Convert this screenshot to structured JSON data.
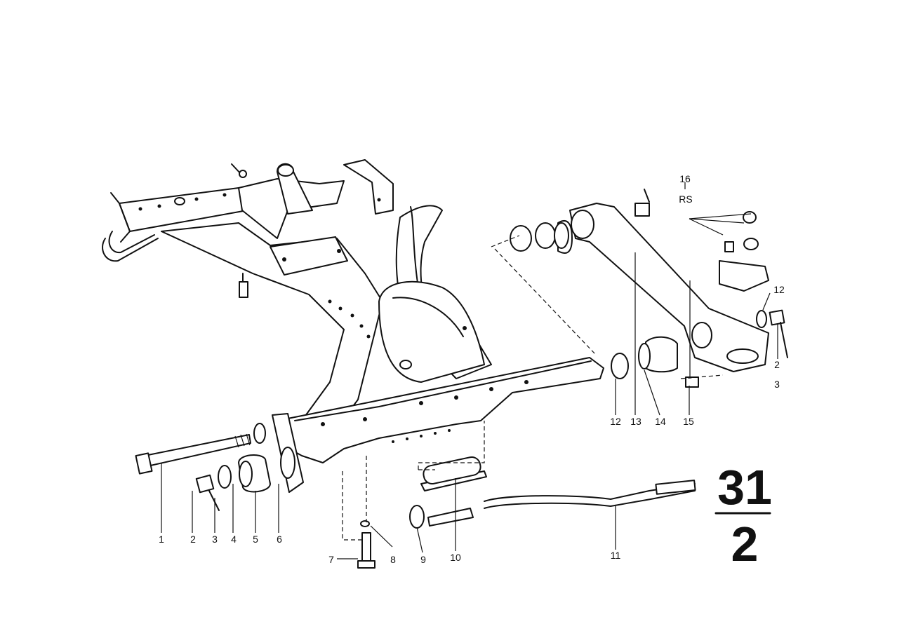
{
  "section": {
    "top": "31",
    "bottom": "2"
  },
  "rs_label": "RS",
  "callouts": [
    {
      "id": "1",
      "label": "1"
    },
    {
      "id": "2a",
      "label": "2"
    },
    {
      "id": "3a",
      "label": "3"
    },
    {
      "id": "4",
      "label": "4"
    },
    {
      "id": "5",
      "label": "5"
    },
    {
      "id": "6",
      "label": "6"
    },
    {
      "id": "7",
      "label": "7"
    },
    {
      "id": "8",
      "label": "8"
    },
    {
      "id": "9",
      "label": "9"
    },
    {
      "id": "10",
      "label": "10"
    },
    {
      "id": "11",
      "label": "11"
    },
    {
      "id": "12a",
      "label": "12"
    },
    {
      "id": "13",
      "label": "13"
    },
    {
      "id": "14",
      "label": "14"
    },
    {
      "id": "15",
      "label": "15"
    },
    {
      "id": "16",
      "label": "16"
    },
    {
      "id": "12b",
      "label": "12"
    },
    {
      "id": "2b",
      "label": "2"
    },
    {
      "id": "3b",
      "label": "3"
    }
  ]
}
